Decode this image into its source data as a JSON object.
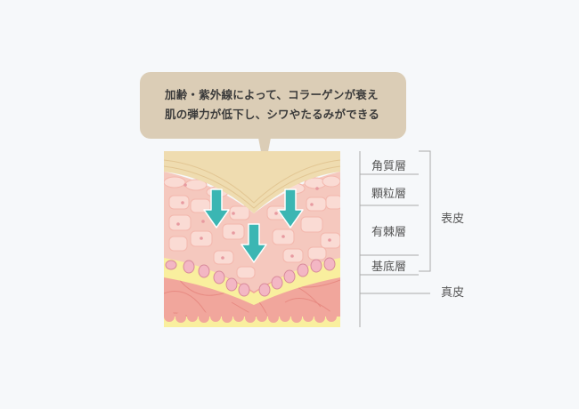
{
  "callout": {
    "line1": "加齢・紫外線によって、コラーゲンが衰え",
    "line2": "肌の弾力が低下し、シワやたるみができる"
  },
  "layers": {
    "stratum_corneum": "角質層",
    "stratum_granulosum": "顆粒層",
    "stratum_spinosum": "有棘層",
    "stratum_basale": "基底層"
  },
  "groups": {
    "epidermis": "表皮",
    "dermis": "真皮"
  },
  "colors": {
    "background": "#f6f8fa",
    "callout": "#dbcdb6",
    "stratum_corneum": "#efdcb0",
    "stratum_granulosum": "#f7cfc6",
    "stratum_spinosum": "#f5c8be",
    "stratum_basale": "#f9ef9e",
    "dermis": "#f1a69c",
    "arrow": "#3bb6b3",
    "bracket": "#aaaaaa"
  },
  "icons": [
    "down-arrow-icon"
  ]
}
